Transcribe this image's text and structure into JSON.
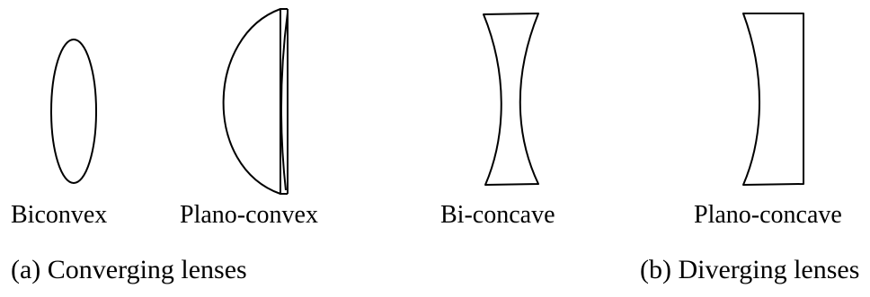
{
  "lenses": [
    {
      "id": "biconvex",
      "label": "Biconvex"
    },
    {
      "id": "plano-convex",
      "label": "Plano-convex"
    },
    {
      "id": "bi-concave",
      "label": "Bi-concave"
    },
    {
      "id": "plano-concave",
      "label": "Plano-concave"
    }
  ],
  "captions": {
    "converging": "(a) Converging lenses",
    "diverging": "(b) Diverging lenses"
  }
}
